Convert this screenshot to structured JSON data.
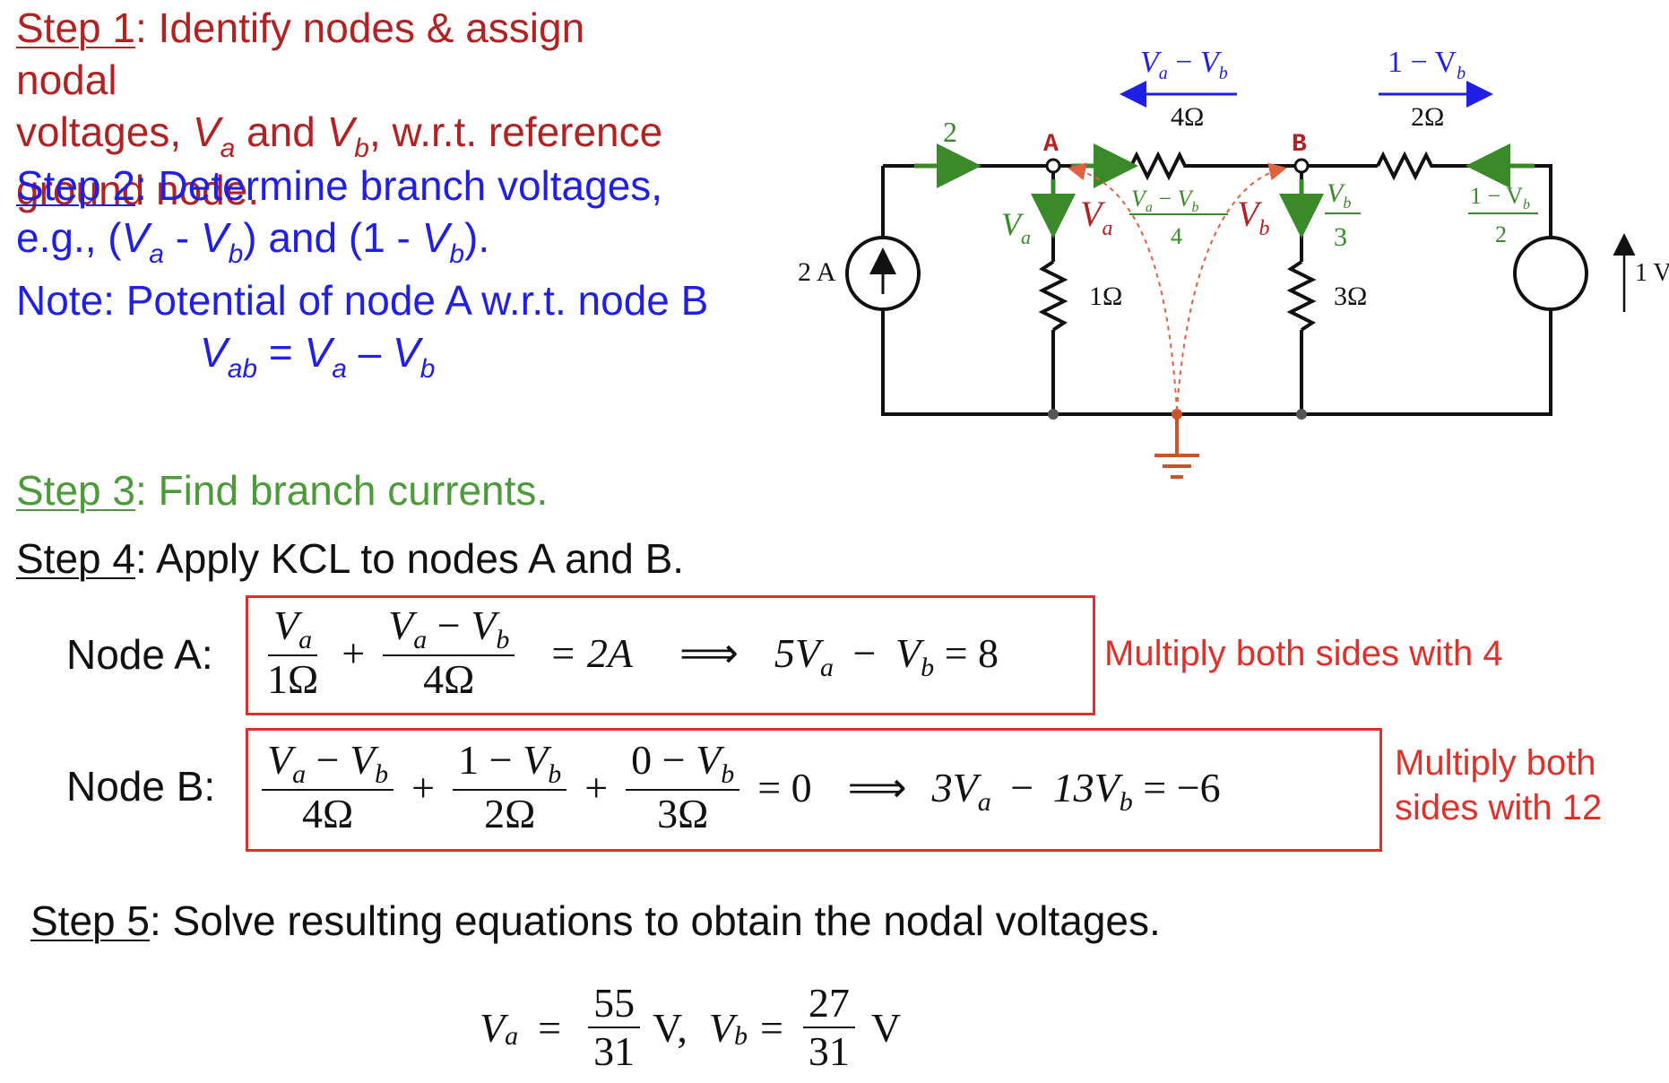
{
  "steps": {
    "s1": {
      "label": "Step 1",
      "rest_a": ": Identify nodes & assign nodal",
      "rest_b": "voltages, ",
      "va": "V",
      "va_sub": "a",
      "and": " and ",
      "vb": "V",
      "vb_sub": "b",
      "rest_c": ", w.r.t. reference",
      "rest_d": "ground node."
    },
    "s2": {
      "label": "Step 2",
      "rest_a": ": Determine branch voltages,",
      "line2": "e.g., (",
      "mid1": " - ",
      "mid2": ") and (1 - ",
      "end": ")."
    },
    "note": {
      "line1": "Note: Potential of node A w.r.t. node B",
      "lhs": "V",
      "lhs_sub": "ab",
      "eq": " = ",
      "v1": "V",
      "v1_sub": "a",
      "dash": " – ",
      "v2": "V",
      "v2_sub": "b"
    },
    "s3": {
      "label": "Step 3",
      "rest": ": Find branch currents."
    },
    "s4": {
      "label": "Step 4",
      "rest": ": Apply KCL to nodes A and B."
    },
    "s5": {
      "label": "Step 5",
      "rest": ": Solve resulting equations to obtain the nodal voltages."
    }
  },
  "nodeA": {
    "label": "Node A:",
    "f1_num": "V",
    "f1_num_sub": "a",
    "f1_den": "1Ω",
    "plus": "+",
    "f2_num_a": "V",
    "f2_num_a_sub": "a",
    "f2_minus": " − ",
    "f2_num_b": "V",
    "f2_num_b_sub": "b",
    "f2_den": "4Ω",
    "rhs": "= 2A",
    "implies": "⟹",
    "result_a": "5V",
    "result_a_sub": "a",
    "result_minus": " − ",
    "result_b": "V",
    "result_b_sub": "b",
    "result_rhs": " = 8",
    "note": "Multiply both sides with 4"
  },
  "nodeB": {
    "label": "Node B:",
    "f1_num_a": "V",
    "f1_num_a_sub": "a",
    "f1_minus": " − ",
    "f1_num_b": "V",
    "f1_num_b_sub": "b",
    "f1_den": "4Ω",
    "plus1": "+",
    "f2_num_a": "1",
    "f2_minus": " − ",
    "f2_num_b": "V",
    "f2_num_b_sub": "b",
    "f2_den": "2Ω",
    "plus2": "+",
    "f3_num_a": "0",
    "f3_minus": " − ",
    "f3_num_b": "V",
    "f3_num_b_sub": "b",
    "f3_den": "3Ω",
    "rhs": "= 0",
    "implies": "⟹",
    "result_a": "3V",
    "result_a_sub": "a",
    "result_minus": " − ",
    "result_b": "13V",
    "result_b_sub": "b",
    "result_rhs": " = −6",
    "note_line1": "Multiply both",
    "note_line2": "sides with 12"
  },
  "solution": {
    "va": "V",
    "va_sub": "a",
    "eq1": "=",
    "va_num": "55",
    "va_den": "31",
    "unit1": "V,",
    "vb": "V",
    "vb_sub": "b",
    "eq2": "=",
    "vb_num": "27",
    "vb_den": "31",
    "unit2": "V"
  },
  "circuit": {
    "node_a": "A",
    "node_b": "B",
    "current_in": "2",
    "src_current": "2 A",
    "src_voltage": "1 V",
    "r_1": "1Ω",
    "r_3": "3Ω",
    "r_4": "4Ω",
    "r_2": "2Ω",
    "top_ab_num": "V",
    "top_ab_num_a": "a",
    "top_ab_minus": " − ",
    "top_ab_num_b2": "V",
    "top_ab_num_b": "b",
    "top_ab_den": "4 Ω",
    "top_1b_num": "1 − V",
    "top_1b_sub": "b",
    "top_1b_den": "2 Ω",
    "va_label": "V",
    "va_sub": "a",
    "va_label2": "V",
    "va_sub2": "a",
    "vb_label": "V",
    "vb_sub": "b",
    "mid_frac_num": "V",
    "mid_frac_num_a": "a",
    "mid_frac_minus": " − ",
    "mid_frac_num_b2": "V",
    "mid_frac_num_b": "b",
    "mid_frac_den": "4",
    "vb3_num": "V",
    "vb3_sub": "b",
    "vb3_den": "3",
    "r2c_num": "1 − V",
    "r2c_sub": "b",
    "r2c_den": "2"
  },
  "colors": {
    "red": "#b22222",
    "blue": "#1f1fe6",
    "green": "#4d9a3a",
    "box": "#e0302a"
  }
}
